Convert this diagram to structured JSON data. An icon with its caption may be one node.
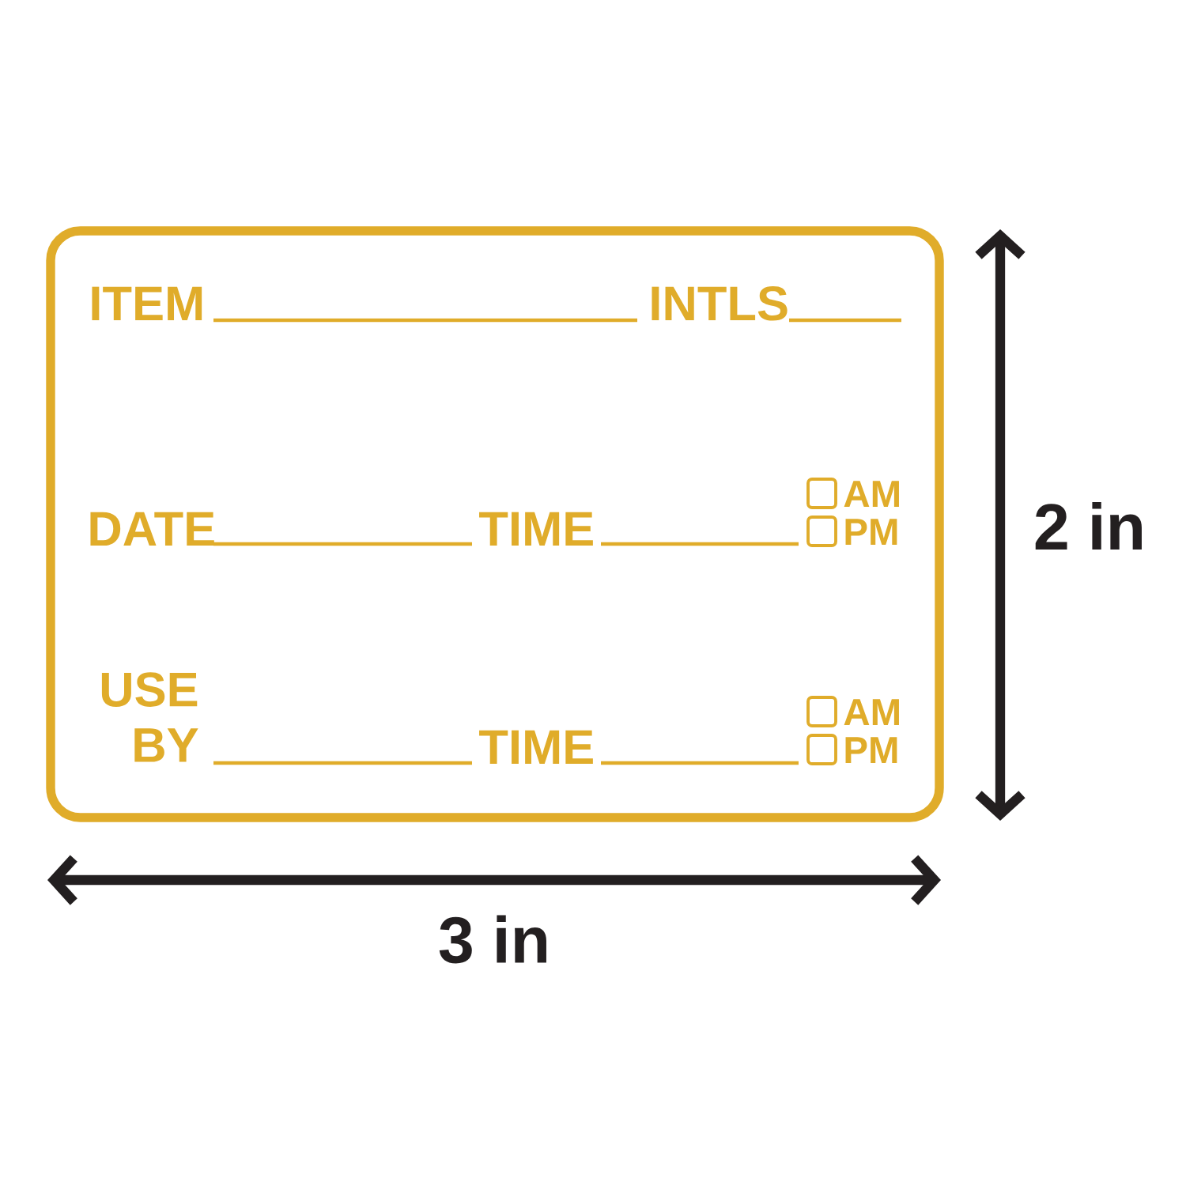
{
  "diagram": {
    "labels": [
      "ITEM",
      "INTLS",
      "DATE",
      "TIME",
      "AM",
      "PM",
      "USE BY",
      "TIME",
      "AM",
      "PM",
      "2 in",
      "3 in"
    ]
  }
}
